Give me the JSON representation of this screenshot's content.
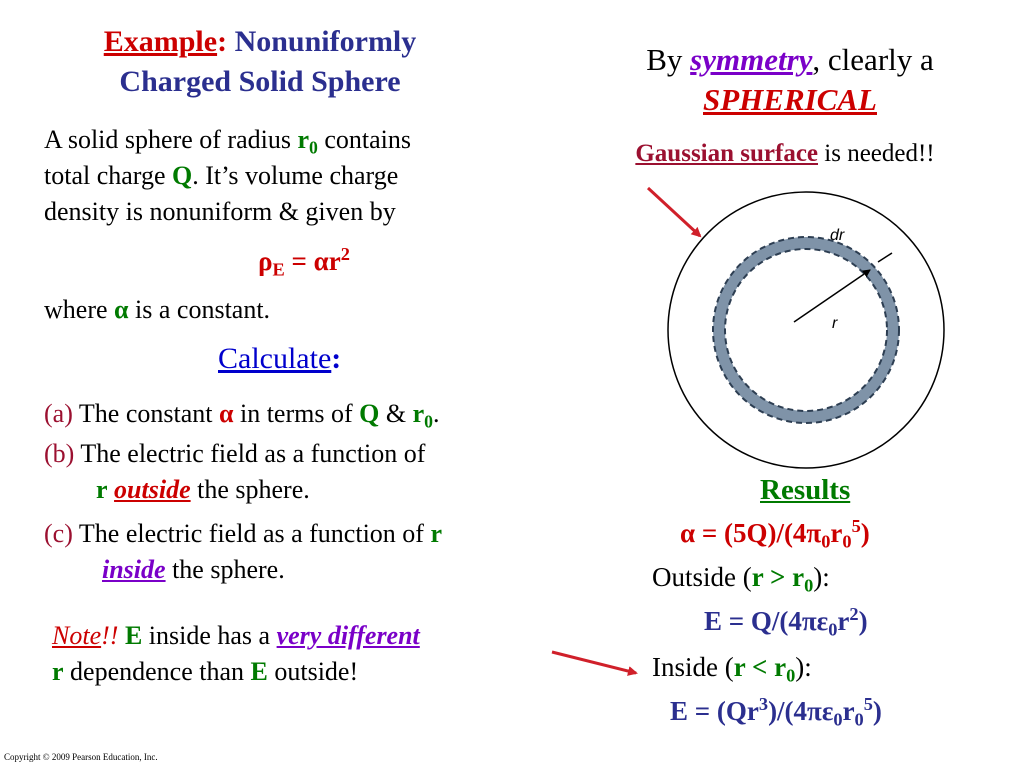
{
  "title": {
    "example": "Example",
    "colon": ":",
    "line1": "Nonuniformly",
    "line2": "Charged Solid Sphere"
  },
  "intro": {
    "p1": "A solid sphere of radius",
    "r": "r",
    "r_sub": "0",
    "p2": "contains",
    "p3": "total charge",
    "Q": "Q",
    "p4": ". It’s volume charge",
    "p5": "density is nonuniform & given by",
    "rho": "ρ",
    "rho_sub": "E",
    "rho_eq": "= αr",
    "rho_exp": "2",
    "where1": "where",
    "alpha": "α",
    "where2": "is a constant."
  },
  "calculate": {
    "label": "Calculate",
    "colon": ":",
    "a_label": "(a)",
    "a_text1": "The constant",
    "a_alpha": "α",
    "a_text2": "in terms of",
    "a_Q": "Q",
    "a_amp": "&",
    "a_r": "r",
    "a_r_sub": "0",
    "a_dot": ".",
    "b_label": "(b)",
    "b_text1": "The electric field as a function of",
    "b_r": "r",
    "b_outside": "outside",
    "b_text2": "the sphere.",
    "c_label": "(c)",
    "c_text1": "The electric field as a function of",
    "c_r": "r",
    "c_inside": "inside",
    "c_text2": "the sphere."
  },
  "note": {
    "note": "Note",
    "bang": "!!",
    "E": "E",
    "t1": "inside has a",
    "very_different": "very different",
    "r": "r",
    "t2": "dependence than",
    "E2": "E",
    "t3": "outside!"
  },
  "symmetry": {
    "by": "By",
    "symmetry": "symmetry",
    "clearly": ", clearly a",
    "spherical": "SPHERICAL",
    "gaussian": "Gaussian surface",
    "needed": "is needed!!"
  },
  "figure": {
    "dr": "dr",
    "r": "r"
  },
  "results": {
    "heading": "Results",
    "alpha_eq": "α = (5Q)/(4π",
    "alpha_r": "0",
    "alpha_r2": "r",
    "alpha_sub2": "0",
    "alpha_exp": "5",
    "alpha_close": ")",
    "outside_label": "Outside (",
    "outside_cond": "r > r",
    "outside_sub": "0",
    "outside_close": "):",
    "E_out": "E = Q/(4πε",
    "E_out_sub": "0",
    "E_out_r": "r",
    "E_out_exp": "2",
    "E_out_close": ")",
    "inside_label": "Inside (",
    "inside_cond": "r < r",
    "inside_sub": "0",
    "inside_close": "):",
    "E_in": "E = (Qr",
    "E_in_exp": "3",
    "E_in_mid": ")/(4πε",
    "E_in_sub": "0",
    "E_in_r": "r",
    "E_in_sub2": "0",
    "E_in_exp2": "5",
    "E_in_close": ")"
  },
  "copyright": "Copyright © 2009 Pearson Education, Inc.",
  "colors": {
    "red": "#cc0000",
    "navy": "#2b2f8f",
    "green": "#007a00",
    "purple": "#7a00c8",
    "maroon": "#9b1030",
    "arrow": "#d0202a"
  }
}
